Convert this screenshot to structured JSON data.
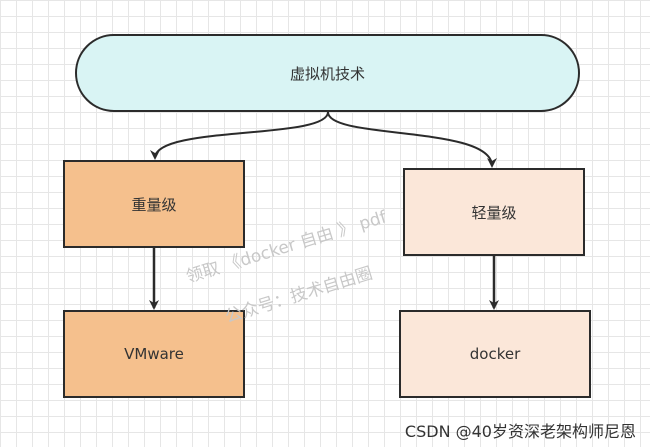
{
  "diagram": {
    "nodes": {
      "root": "虚拟机技术",
      "heavy": "重量级",
      "light": "轻量级",
      "vmware": "VMware",
      "docker": "docker"
    },
    "edges": [
      [
        "root",
        "heavy"
      ],
      [
        "root",
        "light"
      ],
      [
        "heavy",
        "vmware"
      ],
      [
        "light",
        "docker"
      ]
    ],
    "colors": {
      "root_fill": "#d9f4f4",
      "heavy_fill": "#f5c08d",
      "light_fill": "#fbe7d9",
      "stroke": "#2b2b2b"
    }
  },
  "watermark": {
    "line1": "领取 《docker 自由 》 pdf",
    "line2": "公众号：技术自由圈"
  },
  "credit": "CSDN @40岁资深老架构师尼恩"
}
